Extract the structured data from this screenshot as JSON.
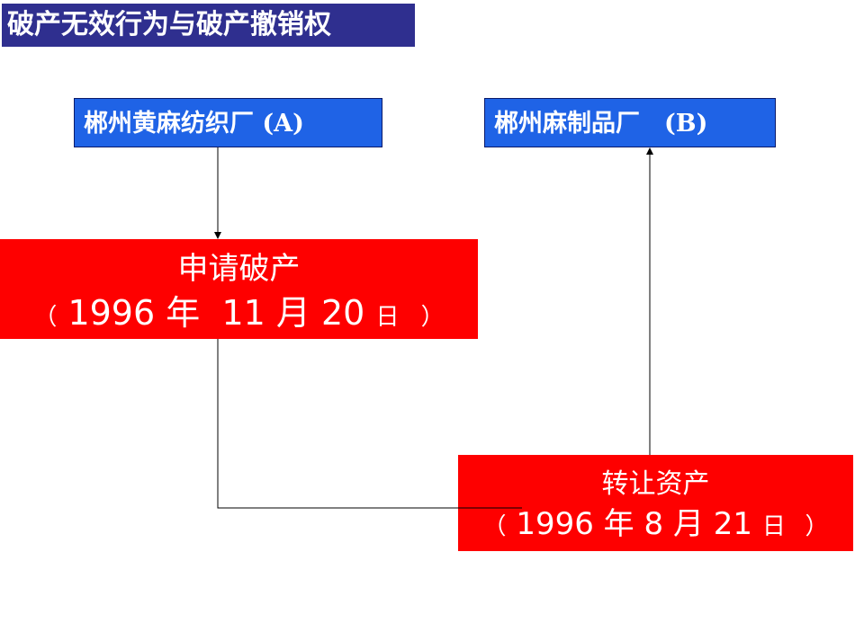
{
  "title": "破产无效行为与破产撤销权",
  "party_a": {
    "label": "郴州黄麻纺织厂 (A)"
  },
  "party_b": {
    "label": "郴州麻制品厂　(B)"
  },
  "event_bankruptcy": {
    "label": "申请破产",
    "open_paren": "（",
    "year": "1996",
    "year_char": "年",
    "month": "11",
    "month_char": "月",
    "day": "20",
    "day_char": "日",
    "close_paren": "）"
  },
  "event_transfer": {
    "label": "转让资产",
    "open_paren": "（",
    "year": "1996",
    "year_char": "年",
    "month": "8",
    "month_char": "月",
    "day": "21",
    "day_char": "日",
    "close_paren": "）"
  },
  "colors": {
    "title_bg": "#2f2f8f",
    "party_bg": "#1f63e6",
    "event_bg": "#fe0000",
    "text": "#ffffff",
    "connector": "#000000"
  }
}
